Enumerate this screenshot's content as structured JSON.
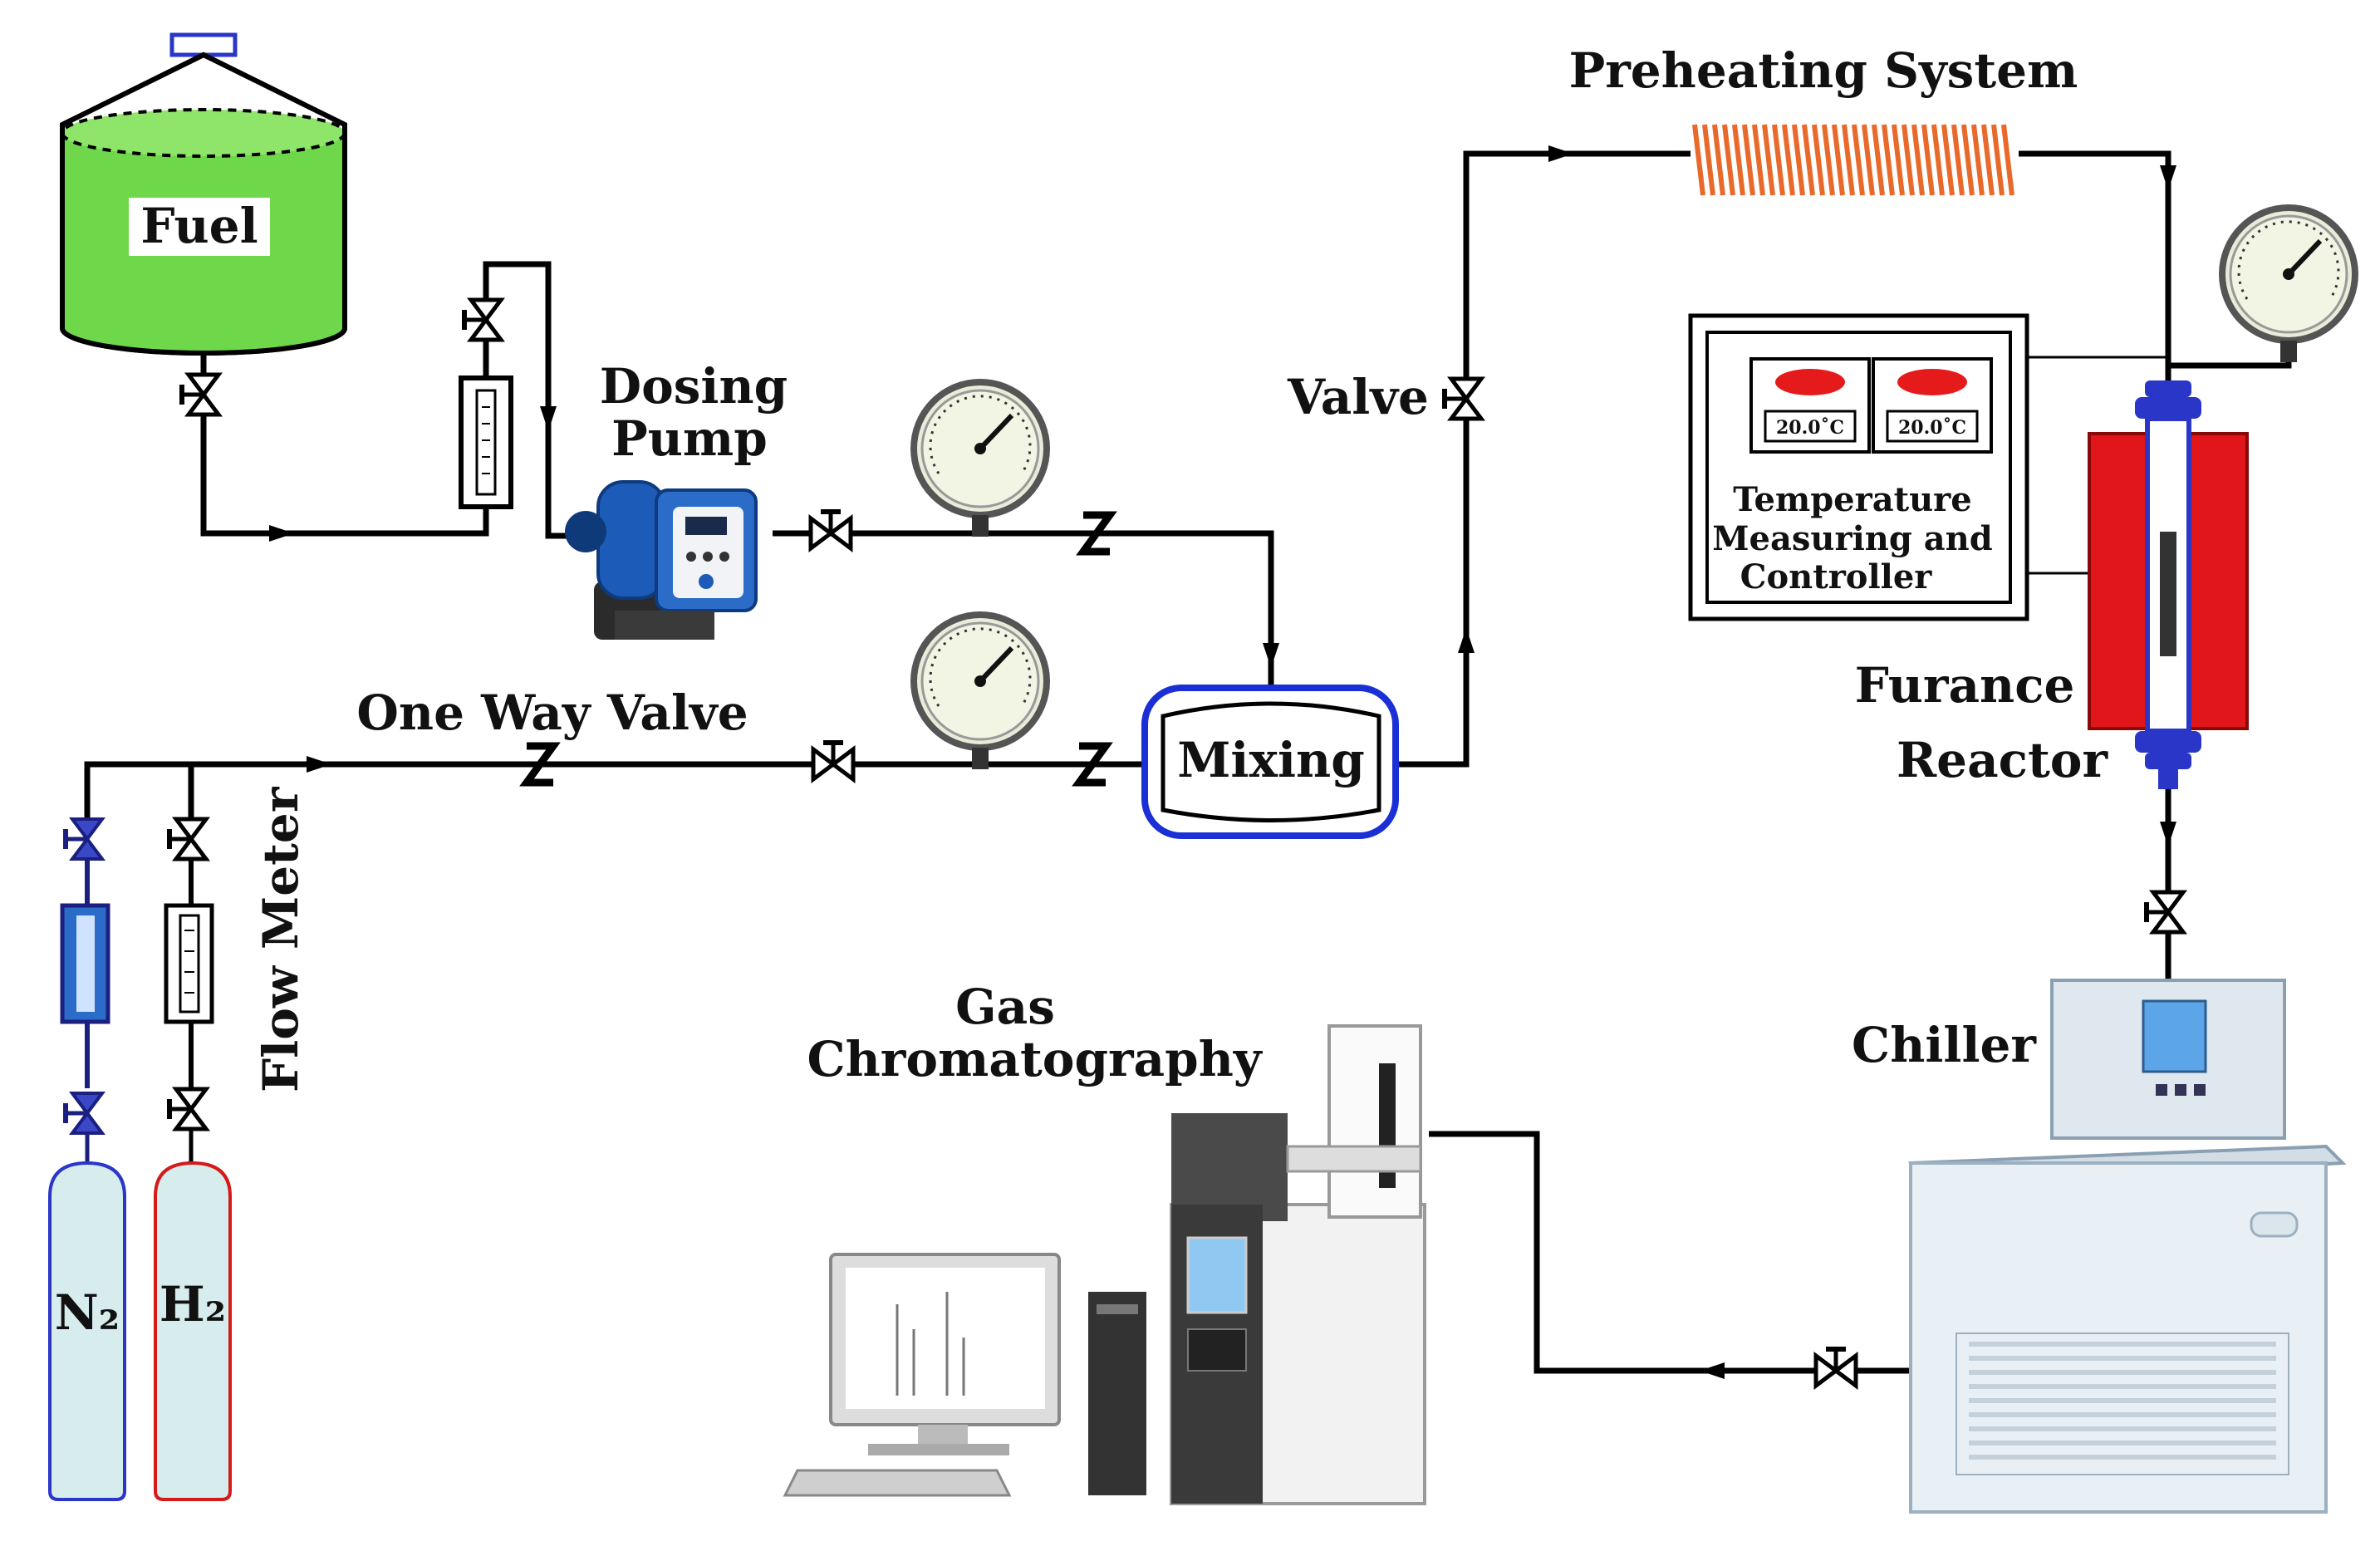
{
  "labels": {
    "fuel": "Fuel",
    "dosing_pump_line1": "Dosing",
    "dosing_pump_line2": "Pump",
    "preheating": "Preheating  System",
    "valve": "Valve",
    "temp_line1": "Temperature",
    "temp_line2": "Measuring and",
    "temp_line3": "Controller",
    "temp_display_left": "20.0˚C",
    "temp_display_right": "20.0˚C",
    "furnace": "Furance",
    "reactor": "Reactor",
    "one_way_valve": "One Way Valve",
    "mixing": "Mixing",
    "flow_meter": "Flow Meter",
    "n2": "N₂",
    "h2": "H₂",
    "gas_line1": "Gas",
    "gas_line2": "Chromatography",
    "chiller": "Chiller"
  },
  "colors": {
    "fuel_liquid": "#6fd84a",
    "mixing_border": "#1a2fd6",
    "furnace_red": "#e0161a",
    "reactor_blue": "#2a36c8",
    "heater_coil": "#e8692a",
    "n2_cylinder_border": "#2a36c8",
    "h2_cylinder_border": "#d41a1a",
    "cylinder_fill": "#d7ecec",
    "pump_blue": "#1d5bb8",
    "display_red": "#e51b1b"
  },
  "icons": [
    "gauge-icon",
    "valve-icon",
    "check-valve-icon",
    "flow-meter-icon",
    "arrow-icon"
  ]
}
